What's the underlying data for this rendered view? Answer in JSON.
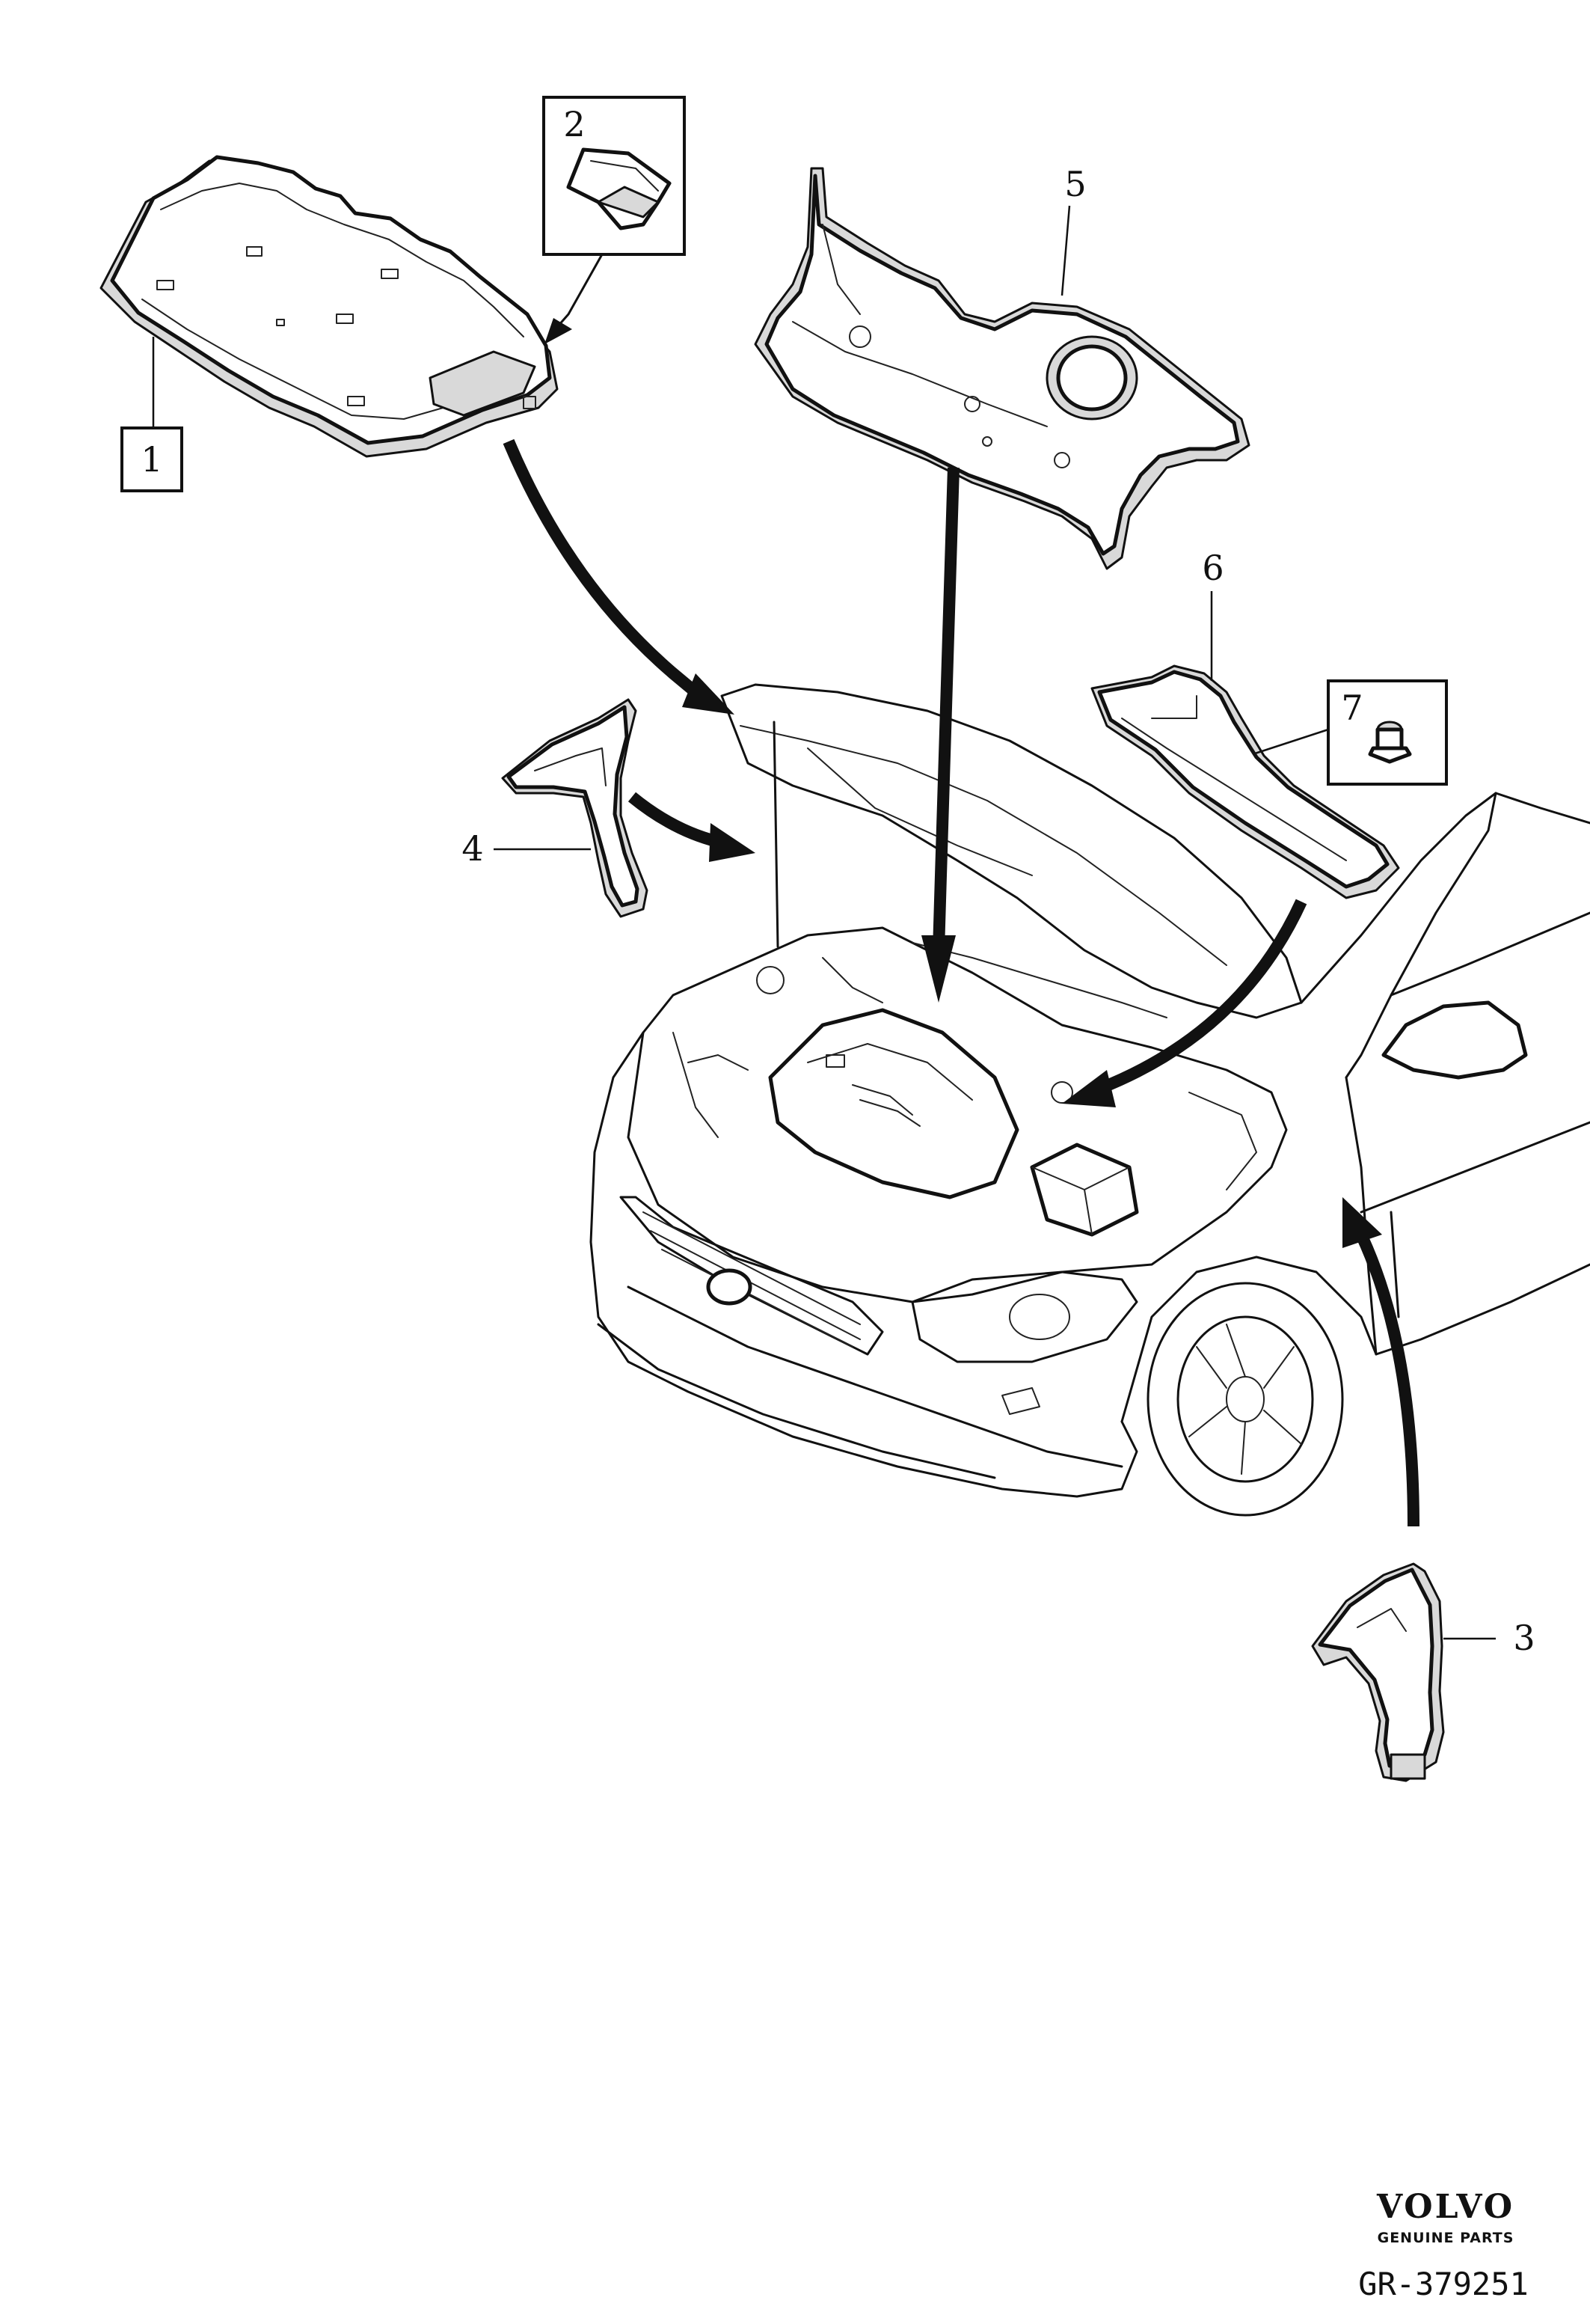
{
  "callouts": [
    "1",
    "2",
    "3",
    "4",
    "5",
    "6",
    "7"
  ],
  "brand": {
    "name": "VOLVO",
    "tagline": "GENUINE PARTS"
  },
  "reference": "GR-379251",
  "colors": {
    "line": "#111111",
    "shade": "#d9d9d9",
    "background": "#ffffff"
  }
}
